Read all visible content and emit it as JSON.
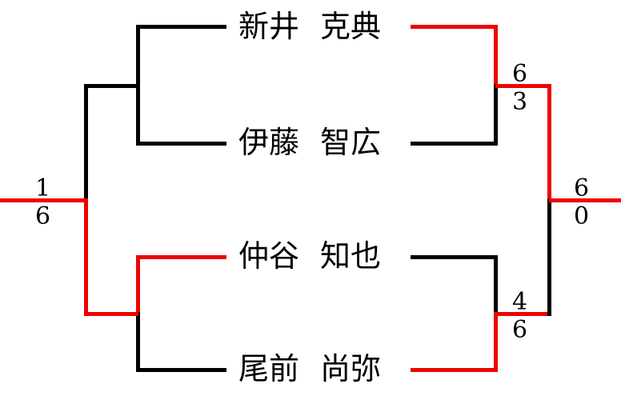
{
  "bracket": {
    "title": "tournament-bracket",
    "colors": {
      "line_default": "#000000",
      "line_winner": "#ee0000",
      "text": "#000000",
      "background": "#ffffff"
    },
    "players": [
      {
        "id": "p1",
        "family_name": "新井",
        "given_name": "克典",
        "full": "新井　克典"
      },
      {
        "id": "p2",
        "family_name": "伊藤",
        "given_name": "智広",
        "full": "伊藤　智広"
      },
      {
        "id": "p3",
        "family_name": "仲谷",
        "given_name": "知也",
        "full": "仲谷　知也"
      },
      {
        "id": "p4",
        "family_name": "尾前",
        "given_name": "尚弥",
        "full": "尾前　尚弥"
      }
    ],
    "matches": [
      {
        "id": "semifinal-right-top",
        "position": "right-upper",
        "top_score": "6",
        "bottom_score": "3",
        "winner": "top"
      },
      {
        "id": "semifinal-right-bottom",
        "position": "right-lower",
        "top_score": "4",
        "bottom_score": "6",
        "winner": "bottom"
      },
      {
        "id": "final-right",
        "position": "right-final",
        "top_score": "6",
        "bottom_score": "0",
        "winner": "bottom"
      },
      {
        "id": "final-left",
        "position": "left-final",
        "top_score": "1",
        "bottom_score": "6",
        "winner": "bottom"
      }
    ],
    "scores": {
      "right_semi_top_upper": "6",
      "right_semi_top_lower": "3",
      "right_semi_bottom_upper": "4",
      "right_semi_bottom_lower": "6",
      "right_final_upper": "6",
      "right_final_lower": "0",
      "left_final_upper": "1",
      "left_final_lower": "6"
    }
  }
}
